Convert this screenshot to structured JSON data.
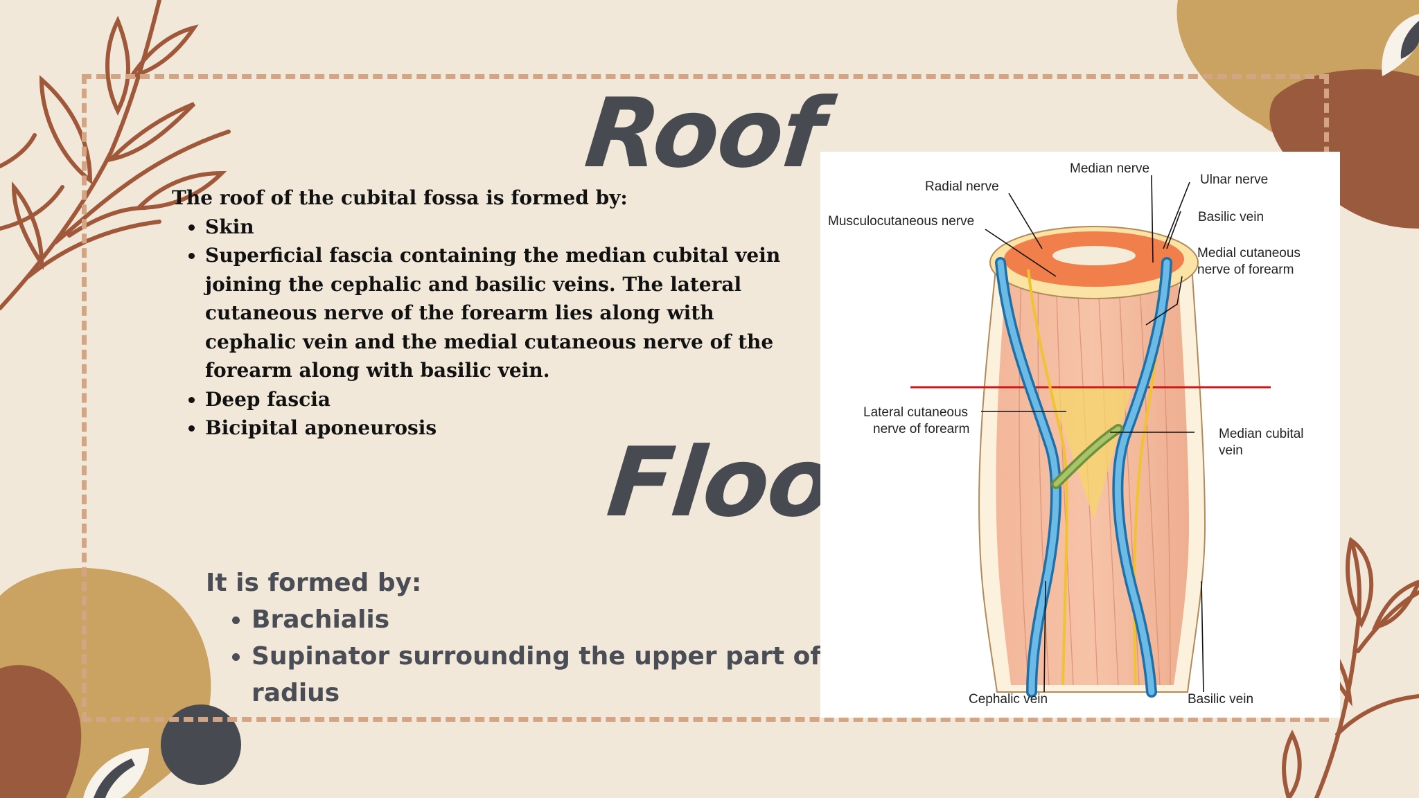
{
  "roof": {
    "title": "Roof",
    "intro": "The roof of the cubital fossa is formed by:",
    "items": [
      "Skin",
      "Superficial fascia containing the median cubital vein joining the cephalic and basilic veins. The lateral cutaneous nerve of the forearm lies along with cephalic vein and the medial cutaneous nerve of the forearm along with basilic vein.",
      "Deep fascia",
      "Bicipital aponeurosis"
    ]
  },
  "floor": {
    "title": "Floor",
    "intro": "It is formed by:",
    "items": [
      "Brachialis",
      "Supinator surrounding the upper part of radius"
    ]
  },
  "figure": {
    "labels": {
      "median_nerve": "Median nerve",
      "radial_nerve": "Radial nerve",
      "ulnar_nerve": "Ulnar nerve",
      "basilic_vein_top": "Basilic vein",
      "musculocutaneous_nerve": "Musculocutaneous nerve",
      "medial_cutaneous_1": "Medial cutaneous",
      "medial_cutaneous_2": "nerve of forearm",
      "lateral_cutaneous_1": "Lateral cutaneous",
      "lateral_cutaneous_2": "nerve of forearm",
      "median_cubital_1": "Median cubital",
      "median_cubital_2": "vein",
      "cephalic_vein": "Cephalic vein",
      "basilic_vein_bottom": "Basilic vein"
    }
  },
  "colors": {
    "background": "#f2e8da",
    "frame": "#d3a584",
    "heading": "#474a51",
    "leaf": "#a0583a",
    "blob_gold": "#caa261",
    "blob_brown": "#9a5a3e",
    "dark_circle": "#474a51"
  }
}
